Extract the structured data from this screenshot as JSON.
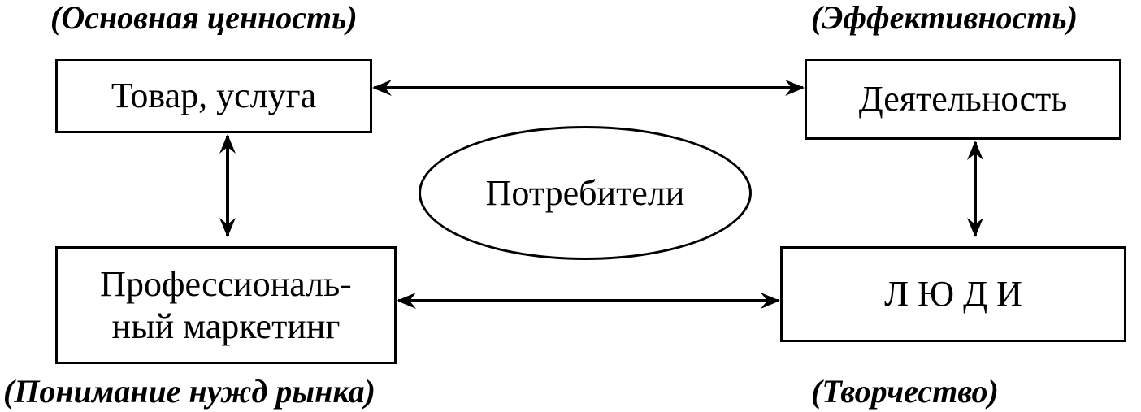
{
  "captions": {
    "top_left": "(Основная ценность)",
    "top_right": "(Эффективность)",
    "bottom_left": "(Понимание нужд рынка)",
    "bottom_right": "(Творчество)"
  },
  "boxes": {
    "product": "Товар, услуга",
    "activity": "Деятельность",
    "marketing_line1": "Профессиональ-",
    "marketing_line2": "ный маркетинг",
    "people": "Л Ю Д И"
  },
  "center": {
    "consumers": "Потребители"
  }
}
